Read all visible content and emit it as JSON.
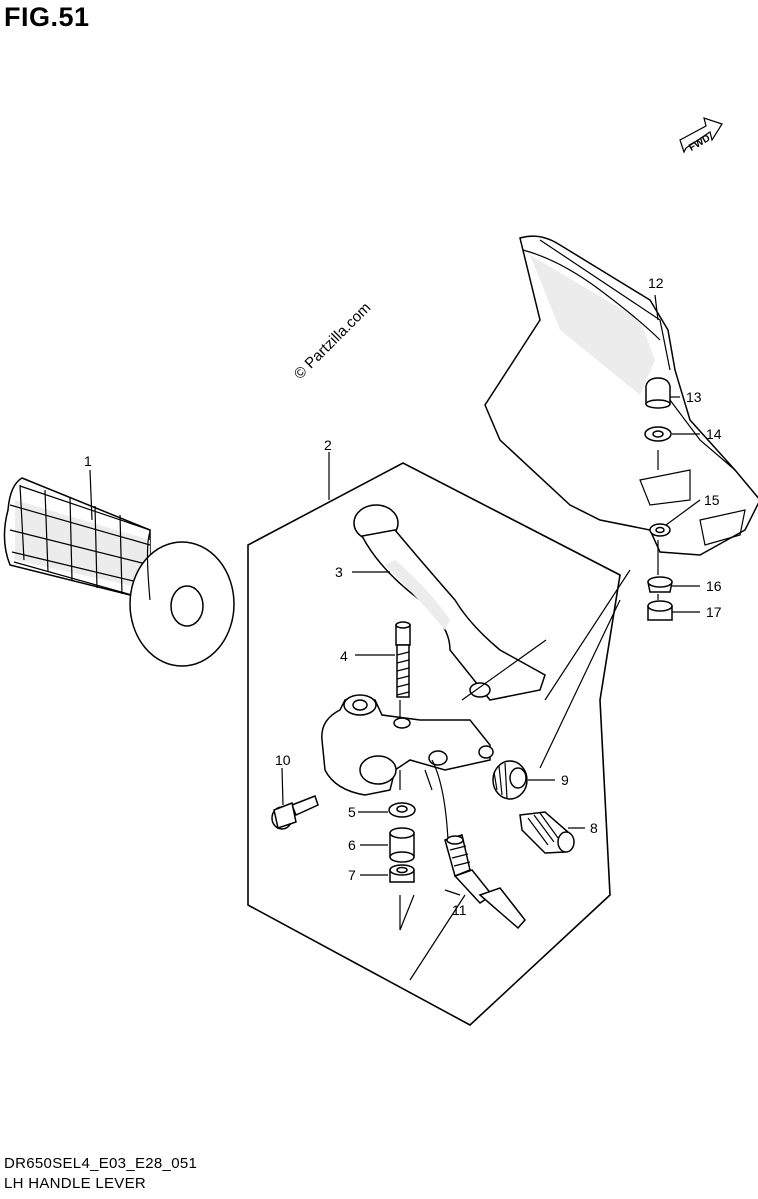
{
  "figure": {
    "title": "FIG.51",
    "watermark": "© Partzilla.com",
    "fwd_label": "FWD"
  },
  "footer": {
    "code": "DR650SEL4_E03_E28_051",
    "name": "LH HANDLE LEVER"
  },
  "callouts": [
    {
      "id": "1",
      "part": "grip"
    },
    {
      "id": "2",
      "part": "lever-assembly"
    },
    {
      "id": "3",
      "part": "clutch-lever"
    },
    {
      "id": "4",
      "part": "pivot-bolt"
    },
    {
      "id": "5",
      "part": "washer"
    },
    {
      "id": "6",
      "part": "spacer"
    },
    {
      "id": "7",
      "part": "nut"
    },
    {
      "id": "8",
      "part": "adjuster"
    },
    {
      "id": "9",
      "part": "lock-ring"
    },
    {
      "id": "10",
      "part": "clamp-bolt"
    },
    {
      "id": "11",
      "part": "cable"
    },
    {
      "id": "12",
      "part": "hand-guard"
    },
    {
      "id": "13",
      "part": "cap-nut"
    },
    {
      "id": "14",
      "part": "washer"
    },
    {
      "id": "15",
      "part": "bracket"
    },
    {
      "id": "16",
      "part": "collar"
    },
    {
      "id": "17",
      "part": "nut"
    }
  ]
}
